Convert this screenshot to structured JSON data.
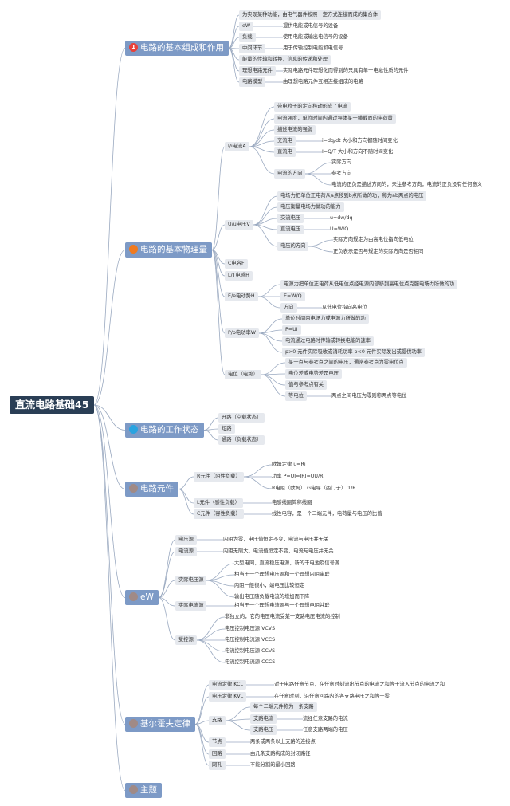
{
  "colors": {
    "root_bg": "#2a3e55",
    "main_bg": "#7d9ac6",
    "sub_bg": "#e6e9ee",
    "line": "#9aa9c0"
  },
  "root": "直流电路基础45",
  "main": [
    {
      "label": "电路的基本组成和作用",
      "icon": "number-1-icon",
      "icon_text": "1",
      "color": "#e8413a"
    },
    {
      "label": "电路的基本物理量",
      "icon": "orange-dot-icon",
      "icon_text": "",
      "color": "#f07a1f"
    },
    {
      "label": "电路的工作状态",
      "icon": "blue-dot-icon",
      "icon_text": "",
      "color": "#29a3e0"
    },
    {
      "label": "电路元件",
      "icon": "gray-dot-icon",
      "icon_text": "",
      "color": "#a08a86"
    },
    {
      "label": "eW",
      "icon": "gray-dot-icon",
      "icon_text": "",
      "color": "#a08a86"
    },
    {
      "label": "基尔霍夫定律",
      "icon": "gray-dot-icon",
      "icon_text": "",
      "color": "#a08a86"
    },
    {
      "label": "主题",
      "icon": "gray-dot-icon",
      "icon_text": "",
      "color": "#a08a86"
    }
  ],
  "b1": [
    "为实现某种功能，由电气器件按照一定方式连接而成的集合体",
    "eW",
    "负载",
    "中间环节",
    "能量的传输和转换，信息的传递和处理",
    "理想电路元件",
    "电路模型"
  ],
  "b1_desc": [
    "提供电能或电信号的设备",
    "使用电能或输出电信号的设备",
    "用于传输控制电能和电信号",
    "实际电路元件理想化而得到的只具有单一电磁性质的元件",
    "由理想电路元件互相连接组成的电路"
  ],
  "b2": [
    "I/i电流A",
    "U/u电压V",
    "C电容F",
    "L/T电感H",
    "E/e电动势H",
    "P/p电功率W",
    "电位（电势）"
  ],
  "cur": [
    "带电粒子的定向移动形成了电流",
    "电流强度，单位时间内通过导体某一横截面的电荷量",
    "描述电流的强弱",
    "交流电",
    "直流电",
    "电流的方向"
  ],
  "cur_ac": "i=dq/dt 大小和方向都随时间变化",
  "cur_dc": "I=Q/T 大小和方向不随时间变化",
  "cur_dir": [
    "实际方向",
    "参考方向",
    "电流的正负是描述方向的，未注参考方向，电流的正负没有任何意义"
  ],
  "vol": [
    "电场力把单位正电荷从a点移到b点所做的功，称为ab两点的电压",
    "电压衡量电场力做功的能力",
    "交流电压",
    "直流电压",
    "电压的方向"
  ],
  "vol_ac": "u=dw/dq",
  "vol_dc": "U=W/Q",
  "vol_dir": [
    "实际方向规定为由高电位指向低电位",
    "正负表示是否与规定的实际方向是否相同"
  ],
  "emf": [
    "电源力把单位正电荷从低电位点经电源内部移到高电位点克服电场力所做的功",
    "E=W/Q",
    "方向"
  ],
  "emf_dir": "从低电位指向高电位",
  "pwr": [
    "单位时间内电场力或电源力所做的功",
    "P=UI",
    "电流通过电路时传输或转换电能的速率",
    "p>0 元件实际吸收或消耗功率 p<0 元件实际发出或提供功率"
  ],
  "pot": [
    "某一点与参考点之间的电压，通常参考点为零电位点",
    "电位差或电势差是电压",
    "值与参考点有关",
    "等电位"
  ],
  "pot_eq": "两点之间电压为零则称两点等电位",
  "b3": [
    "开路（空载状态）",
    "短路",
    "通路（负载状态）"
  ],
  "b4": [
    "R元件（阻性负载）",
    "L元件（感性负载）",
    "C元件（容性负载）"
  ],
  "b4_r": [
    "欧姆定律 u=Ri",
    "功率 P=UI=IRI=UU/R",
    "R电阻（欧姆） G电导（西门子） 1/R"
  ],
  "b4_l": "电感线圈简称线圈",
  "b4_c": "线性电容，是一个二端元件，电荷量与电压的比值",
  "b5": [
    "电压源",
    "电流源",
    "实际电压源",
    "实际电流源",
    "受控源"
  ],
  "b5_vs": "内阻为零，电压值恒定不变，电流与电压并无关",
  "b5_cs": "内阻无限大，电流值恒定不变，电流与电压并无关",
  "b5_rvs": [
    "大型电网，直流稳压电源，新的干电池及信号源",
    "相当于一个理想电压源和一个理想内阻串联",
    "内阻一般很小，端电压比较恒定",
    "输出电压随负载电流的增加而下降"
  ],
  "b5_rcs": "相当于一个理想电流源与一个理想电阻并联",
  "b5_ctl": [
    "非独立的，它的电压电流受某一支路电压电流的控制",
    "电压控制电压源 VCVS",
    "电压控制电流源 VCCS",
    "电流控制电压源 CCVS",
    "电流控制电流源 CCCS"
  ],
  "b6": [
    "电流定律 KCL",
    "电压定律 KVL",
    "支路",
    "节点",
    "回路",
    "网孔"
  ],
  "b6_kcl": "对于电路任意节点，在任意时刻流出节点的电流之和等于流入节点的电流之和",
  "b6_kvl": "在任意时刻，沿任意回路内的各支路电压之和等于零",
  "b6_br": [
    "每个二端元件称为一条支路",
    "支路电流",
    "支路电压"
  ],
  "b6_br_desc": [
    "流经任意支路的电流",
    "任意支路两端的电压"
  ],
  "b6_node": "两条或两条以上支路的连接点",
  "b6_loop": "由几条支路构成的封闭路径",
  "b6_mesh": "不能分割的最小回路"
}
